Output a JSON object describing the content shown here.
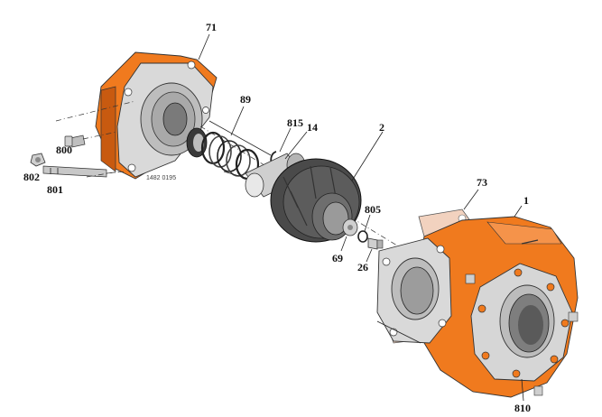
{
  "diagram": {
    "part_labels": {
      "p71": "71",
      "p89": "89",
      "p815": "815",
      "p14": "14",
      "p2": "2",
      "p800": "800",
      "p802": "802",
      "p801": "801",
      "p73": "73",
      "p1": "1",
      "p805": "805",
      "p69": "69",
      "p26": "26",
      "p810": "810"
    },
    "drawing_number": "1482 0195",
    "colors": {
      "casing_orange": "#f07a1e",
      "casing_shadow": "#c85a10",
      "cover_gray": "#d9d9d9",
      "impeller_dark": "#5c5c5c",
      "metal_light": "#cfcfcf",
      "gasket": "#f2d2bf"
    }
  }
}
